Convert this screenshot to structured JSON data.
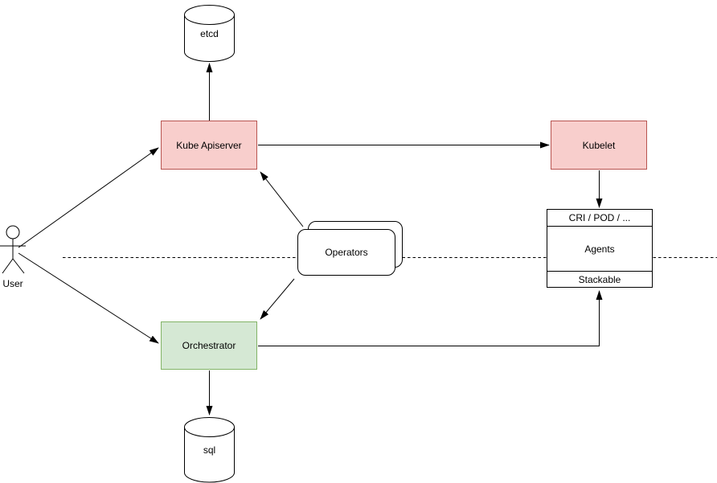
{
  "nodes": {
    "etcd": {
      "label": "etcd",
      "shape": "cylinder"
    },
    "kube_apiserver": {
      "label": "Kube Apiserver",
      "fill": "#f8cecc",
      "stroke": "#b85450"
    },
    "kubelet": {
      "label": "Kubelet",
      "fill": "#f8cecc",
      "stroke": "#b85450"
    },
    "operators": {
      "label": "Operators",
      "shape": "double-rounded-rectangle"
    },
    "orchestrator": {
      "label": "Orchestrator",
      "fill": "#d5e8d4",
      "stroke": "#82b366"
    },
    "agent_stack": {
      "top": "CRI / POD / ...",
      "middle": "Agents",
      "bottom": "Stackable"
    },
    "sql": {
      "label": "sql",
      "shape": "cylinder"
    },
    "user": {
      "label": "User",
      "shape": "stick-figure"
    }
  },
  "edges": [
    {
      "from": "User",
      "to": "Kube Apiserver",
      "style": "arrow"
    },
    {
      "from": "User",
      "to": "Orchestrator",
      "style": "arrow"
    },
    {
      "from": "Kube Apiserver",
      "to": "etcd",
      "style": "arrow"
    },
    {
      "from": "Kube Apiserver",
      "to": "Kubelet",
      "style": "arrow"
    },
    {
      "from": "Kubelet",
      "to": "CRI / POD / ...",
      "style": "arrow"
    },
    {
      "from": "Operators",
      "to": "Kube Apiserver",
      "style": "arrow"
    },
    {
      "from": "Operators",
      "to": "Orchestrator",
      "style": "arrow"
    },
    {
      "from": "Orchestrator",
      "to": "Stackable",
      "style": "arrow-orthogonal"
    },
    {
      "from": "Orchestrator",
      "to": "sql",
      "style": "arrow"
    }
  ],
  "separator": {
    "style": "dashed-horizontal-line"
  },
  "colors": {
    "red_fill": "#f8cecc",
    "red_stroke": "#b85450",
    "green_fill": "#d5e8d4",
    "green_stroke": "#82b366",
    "line": "#000000",
    "background": "#ffffff"
  }
}
